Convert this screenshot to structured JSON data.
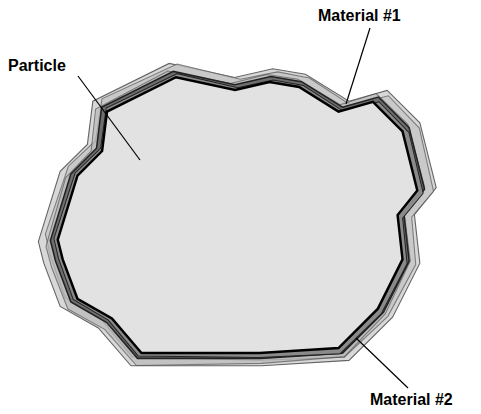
{
  "diagram": {
    "labels": [
      "Material #1",
      "Particle",
      "Material #2"
    ]
  }
}
